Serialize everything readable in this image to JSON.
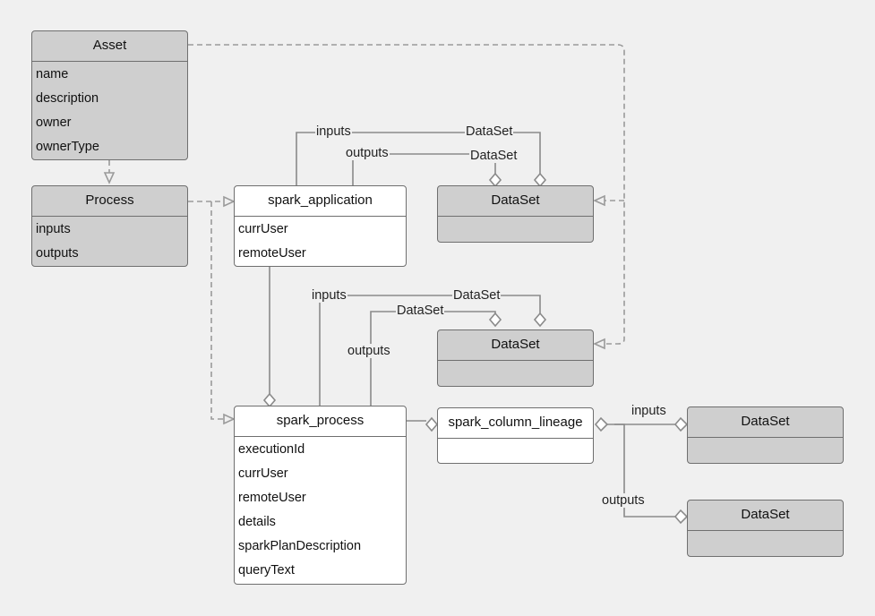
{
  "colors": {
    "background": "#f0f0f0",
    "entity_grey": "#cfcfcf",
    "entity_white": "#ffffff",
    "line": "#8a8a8a",
    "dashed": "#9a9a9a"
  },
  "entities": {
    "asset": {
      "title": "Asset",
      "attributes": [
        "name",
        "description",
        "owner",
        "ownerType"
      ]
    },
    "process": {
      "title": "Process",
      "attributes": [
        "inputs",
        "outputs"
      ]
    },
    "spark_application": {
      "title": "spark_application",
      "attributes": [
        "currUser",
        "remoteUser"
      ]
    },
    "dataset_1": {
      "title": "DataSet"
    },
    "dataset_2": {
      "title": "DataSet"
    },
    "spark_process": {
      "title": "spark_process",
      "attributes": [
        "executionId",
        "currUser",
        "remoteUser",
        "details",
        "sparkPlanDescription",
        "queryText"
      ]
    },
    "spark_column_lineage": {
      "title": "spark_column_lineage"
    },
    "dataset_3": {
      "title": "DataSet"
    },
    "dataset_4": {
      "title": "DataSet"
    }
  },
  "edge_labels": {
    "app_inputs": "inputs",
    "app_inputs_target": "DataSet",
    "app_outputs": "outputs",
    "app_outputs_target": "DataSet",
    "proc_inputs": "inputs",
    "proc_inputs_target": "DataSet",
    "proc_outputs": "outputs",
    "proc_outputs_target": "DataSet",
    "lineage_inputs": "inputs",
    "lineage_outputs": "outputs"
  }
}
